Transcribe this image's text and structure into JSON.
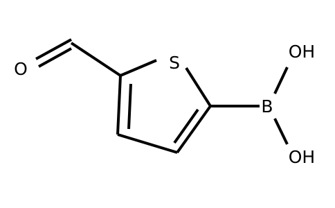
{
  "atoms": {
    "oxygen_carbonyl": "O",
    "sulfur": "S",
    "boron": "B",
    "hydroxyl_top": "OH",
    "hydroxyl_bottom": "OH"
  },
  "colors": {
    "bond": "#000000",
    "label": "#000000",
    "background": "#ffffff"
  }
}
